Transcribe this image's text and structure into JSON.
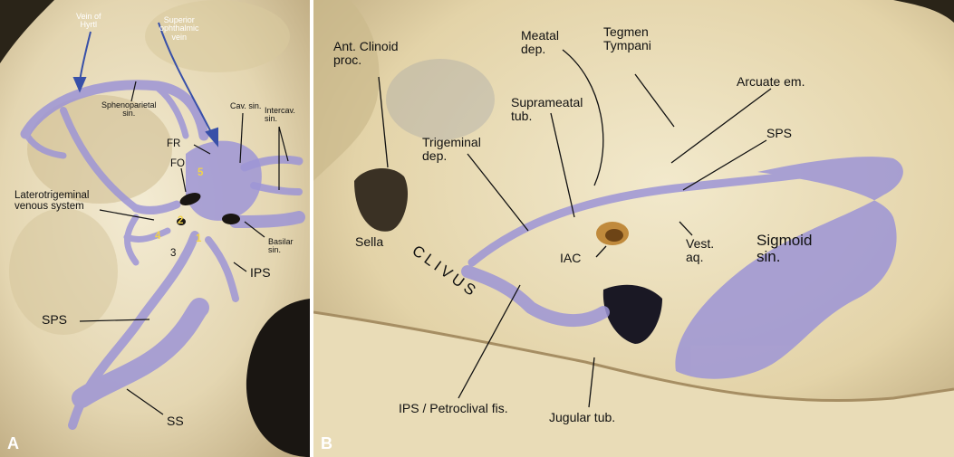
{
  "panel_a": {
    "letter": "A",
    "labels": {
      "vein_of_hyrtl": [
        "Vein of",
        "Hyrtl"
      ],
      "superior_ophthalmic_vein": [
        "Superior",
        "ophthalmic",
        "vein"
      ],
      "sphenoparietal_sin": [
        "Sphenoparietal",
        "sin."
      ],
      "cav_sin": "Cav. sin.",
      "intercav_sin": [
        "Intercav.",
        "sin."
      ],
      "fr": "FR",
      "fo": "FO",
      "laterotrigeminal": [
        "Laterotrigeminal",
        "venous system"
      ],
      "num_1": "1",
      "num_2": "2",
      "num_3": "3",
      "num_4": "4",
      "num_5": "5",
      "basilar_sin": [
        "Basilar",
        "sin."
      ],
      "ips": "IPS",
      "sps": "SPS",
      "ss": "SS"
    }
  },
  "panel_b": {
    "letter": "B",
    "labels": {
      "ant_clinoid": [
        "Ant. Clinoid",
        "proc."
      ],
      "meatal_dep": [
        "Meatal",
        "dep."
      ],
      "tegmen_tympani": [
        "Tegmen",
        "Tympani"
      ],
      "suprameatal_tub": [
        "Suprameatal",
        "tub."
      ],
      "arcuate_em": "Arcuate em.",
      "trigeminal_dep": [
        "Trigeminal",
        "dep."
      ],
      "sps": "SPS",
      "sella": "Sella",
      "clivus": "CLIVUS",
      "iac": "IAC",
      "vest_aq": [
        "Vest.",
        "aq."
      ],
      "sigmoid_sin": [
        "Sigmoid",
        "sin."
      ],
      "ips_petroclival": "IPS / Petroclival fis.",
      "jugular_tub": "Jugular tub."
    }
  },
  "colors": {
    "bone_light": "#efe6cc",
    "bone_mid": "#dccb9e",
    "bone_dark": "#b9a57a",
    "sinus_overlay": "#9d95d6",
    "arrow_blue": "#3850a8",
    "numbers_yellow": "#f2d34a"
  }
}
